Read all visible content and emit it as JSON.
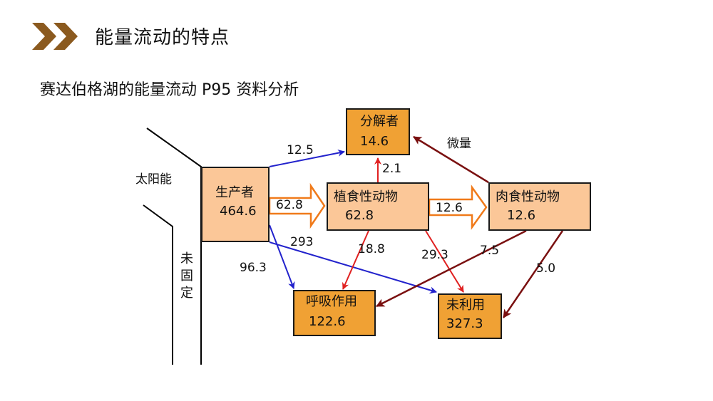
{
  "header": {
    "title": "能量流动的特点",
    "accent_color": "#8B5A1F"
  },
  "subtitle": "赛达伯格湖的能量流动  P95 资料分析",
  "nodes": {
    "producer": {
      "name": "生产者",
      "value": "464.6"
    },
    "herbivore": {
      "name": "植食性动物",
      "value": "62.8"
    },
    "carnivore": {
      "name": "肉食性动物",
      "value": "12.6"
    },
    "decomposer": {
      "name": "分解者",
      "value": "14.6"
    },
    "respiration": {
      "name": "呼吸作用",
      "value": "122.6"
    },
    "unused": {
      "name": "未利用",
      "value": "327.3"
    }
  },
  "labels": {
    "solar": "太阳能",
    "unfixed": [
      "未",
      "固",
      "定"
    ]
  },
  "flows": {
    "producer_to_decomposer": "12.5",
    "producer_to_herbivore": "62.8",
    "herbivore_to_carnivore": "12.6",
    "herbivore_to_decomposer": "2.1",
    "carnivore_to_decomposer": "微量",
    "producer_to_respiration": "96.3",
    "producer_to_unused": "293",
    "herbivore_to_respiration": "18.8",
    "herbivore_to_unused": "29.3",
    "carnivore_to_respiration": "7.5",
    "carnivore_to_unused": "5.0"
  },
  "colors": {
    "light_box": "#fbc798",
    "dark_box": "#f0a134",
    "producer_arrow": "#2222cc",
    "herbivore_arrow": "#e02020",
    "carnivore_arrow": "#7a1010",
    "hollow_arrow": "#f07a1a"
  }
}
